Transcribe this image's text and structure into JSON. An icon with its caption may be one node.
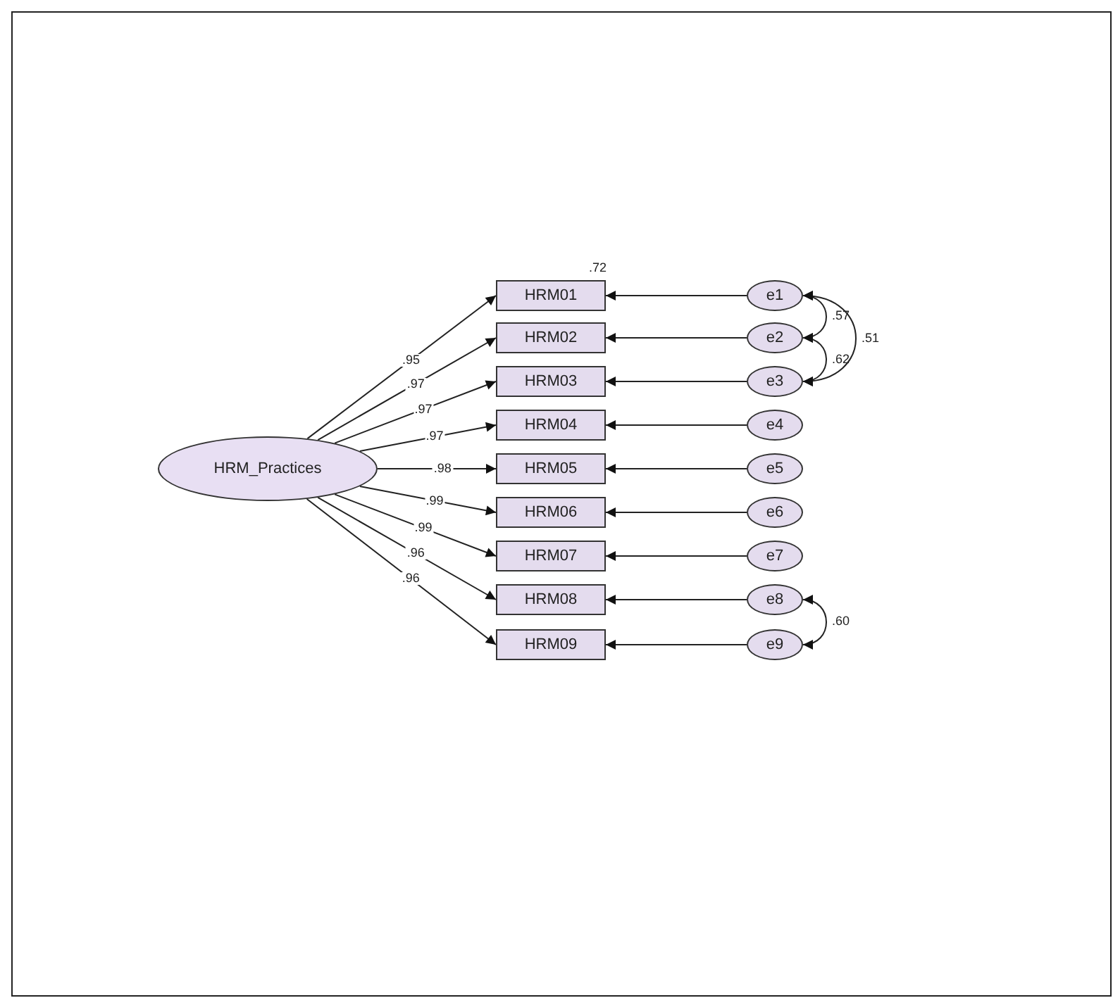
{
  "diagram": {
    "nodes": [
      {
        "text": [
          "HRM_Practices"
        ]
      },
      {
        "text": [
          "HRM01"
        ],
        "beside": [
          ".72"
        ]
      },
      {
        "text": [
          "HRM02"
        ]
      },
      {
        "text": [
          "HRM03"
        ]
      },
      {
        "text": [
          "HRM04"
        ]
      },
      {
        "text": [
          "HRM05"
        ]
      },
      {
        "text": [
          "HRM06"
        ]
      },
      {
        "text": [
          "HRM07"
        ]
      },
      {
        "text": [
          "HRM08"
        ]
      },
      {
        "text": [
          "HRM09"
        ]
      },
      {
        "text": [
          "e1"
        ]
      },
      {
        "text": [
          "e2"
        ]
      },
      {
        "text": [
          "e3"
        ]
      },
      {
        "text": [
          "e4"
        ]
      },
      {
        "text": [
          "e5"
        ]
      },
      {
        "text": [
          "e6"
        ]
      },
      {
        "text": [
          "e7"
        ]
      },
      {
        "text": [
          "e8"
        ]
      },
      {
        "text": [
          "e9"
        ]
      }
    ],
    "edges": [
      {
        "from": 0,
        "to": 1,
        "arrow": "to",
        "label": ".95"
      },
      {
        "from": 0,
        "to": 2,
        "arrow": "to",
        "label": ".97"
      },
      {
        "from": 0,
        "to": 3,
        "arrow": "to",
        "label": ".97"
      },
      {
        "from": 0,
        "to": 4,
        "arrow": "to",
        "label": ".97"
      },
      {
        "from": 0,
        "to": 5,
        "arrow": "to",
        "label": ".98"
      },
      {
        "from": 0,
        "to": 6,
        "arrow": "to",
        "label": ".99"
      },
      {
        "from": 0,
        "to": 7,
        "arrow": "to",
        "label": ".99"
      },
      {
        "from": 0,
        "to": 8,
        "arrow": "to",
        "label": ".96"
      },
      {
        "from": 0,
        "to": 9,
        "arrow": "to",
        "label": ".96"
      },
      {
        "from": 10,
        "to": 1,
        "arrow": "to"
      },
      {
        "from": 11,
        "to": 2,
        "arrow": "to"
      },
      {
        "from": 12,
        "to": 3,
        "arrow": "to"
      },
      {
        "from": 13,
        "to": 4,
        "arrow": "to"
      },
      {
        "from": 14,
        "to": 5,
        "arrow": "to"
      },
      {
        "from": 15,
        "to": 6,
        "arrow": "to"
      },
      {
        "from": 16,
        "to": 7,
        "arrow": "to"
      },
      {
        "from": 17,
        "to": 8,
        "arrow": "to"
      },
      {
        "from": 18,
        "to": 9,
        "arrow": "to"
      },
      {
        "from": 10,
        "to": 11,
        "arrow": "both",
        "label": ".57"
      },
      {
        "from": 11,
        "to": 12,
        "arrow": "both",
        "label": ".62"
      },
      {
        "from": 10,
        "to": 12,
        "arrow": "both",
        "label": ".51"
      },
      {
        "from": 17,
        "to": 18,
        "arrow": "both",
        "label": ".60"
      }
    ]
  }
}
